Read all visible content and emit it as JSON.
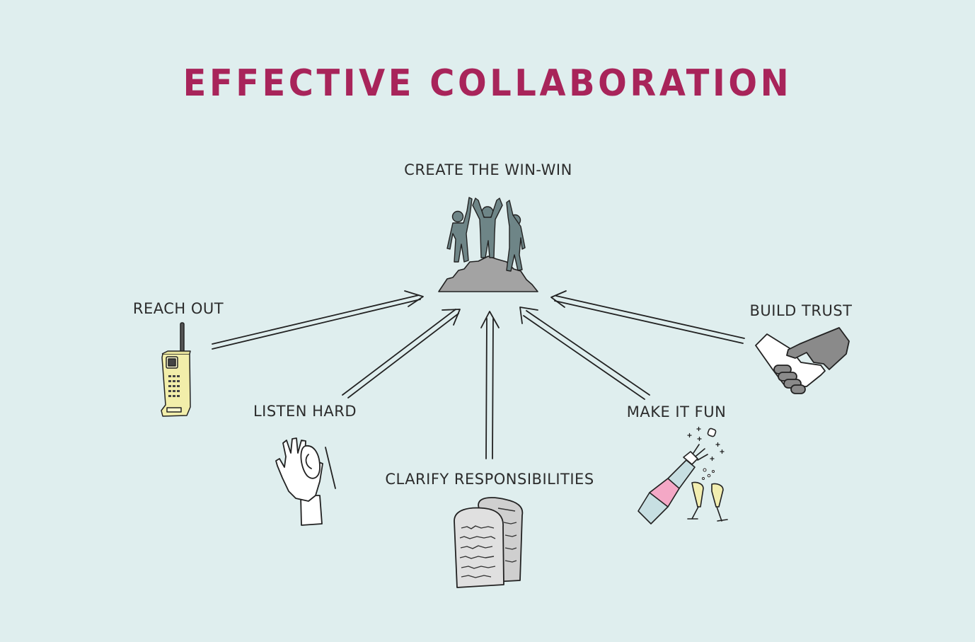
{
  "title": "EFFECTIVE COLLABORATION",
  "center": {
    "label": "CREATE THE WIN-WIN",
    "icon": "people-on-summit-icon"
  },
  "nodes": [
    {
      "id": "reach-out",
      "label": "REACH OUT",
      "icon": "brick-phone-icon"
    },
    {
      "id": "listen-hard",
      "label": "LISTEN HARD",
      "icon": "hand-to-ear-icon"
    },
    {
      "id": "clarify-responsibilities",
      "label": "CLARIFY RESPONSIBILITIES",
      "icon": "stone-tablets-icon"
    },
    {
      "id": "make-it-fun",
      "label": "MAKE IT FUN",
      "icon": "champagne-celebration-icon"
    },
    {
      "id": "build-trust",
      "label": "BUILD TRUST",
      "icon": "handshake-icon"
    }
  ],
  "colors": {
    "background": "#dfeeee",
    "title": "#a8245a",
    "text": "#2c2c2c",
    "figures": "#6e8587",
    "mountain": "#a3a3a3",
    "phone": "#f2eeaa",
    "tablet": "#dcdcdc",
    "champagne_label": "#f4a8c6",
    "bottle": "#c7dfe2",
    "handshake_dark": "#8a8a8a"
  }
}
